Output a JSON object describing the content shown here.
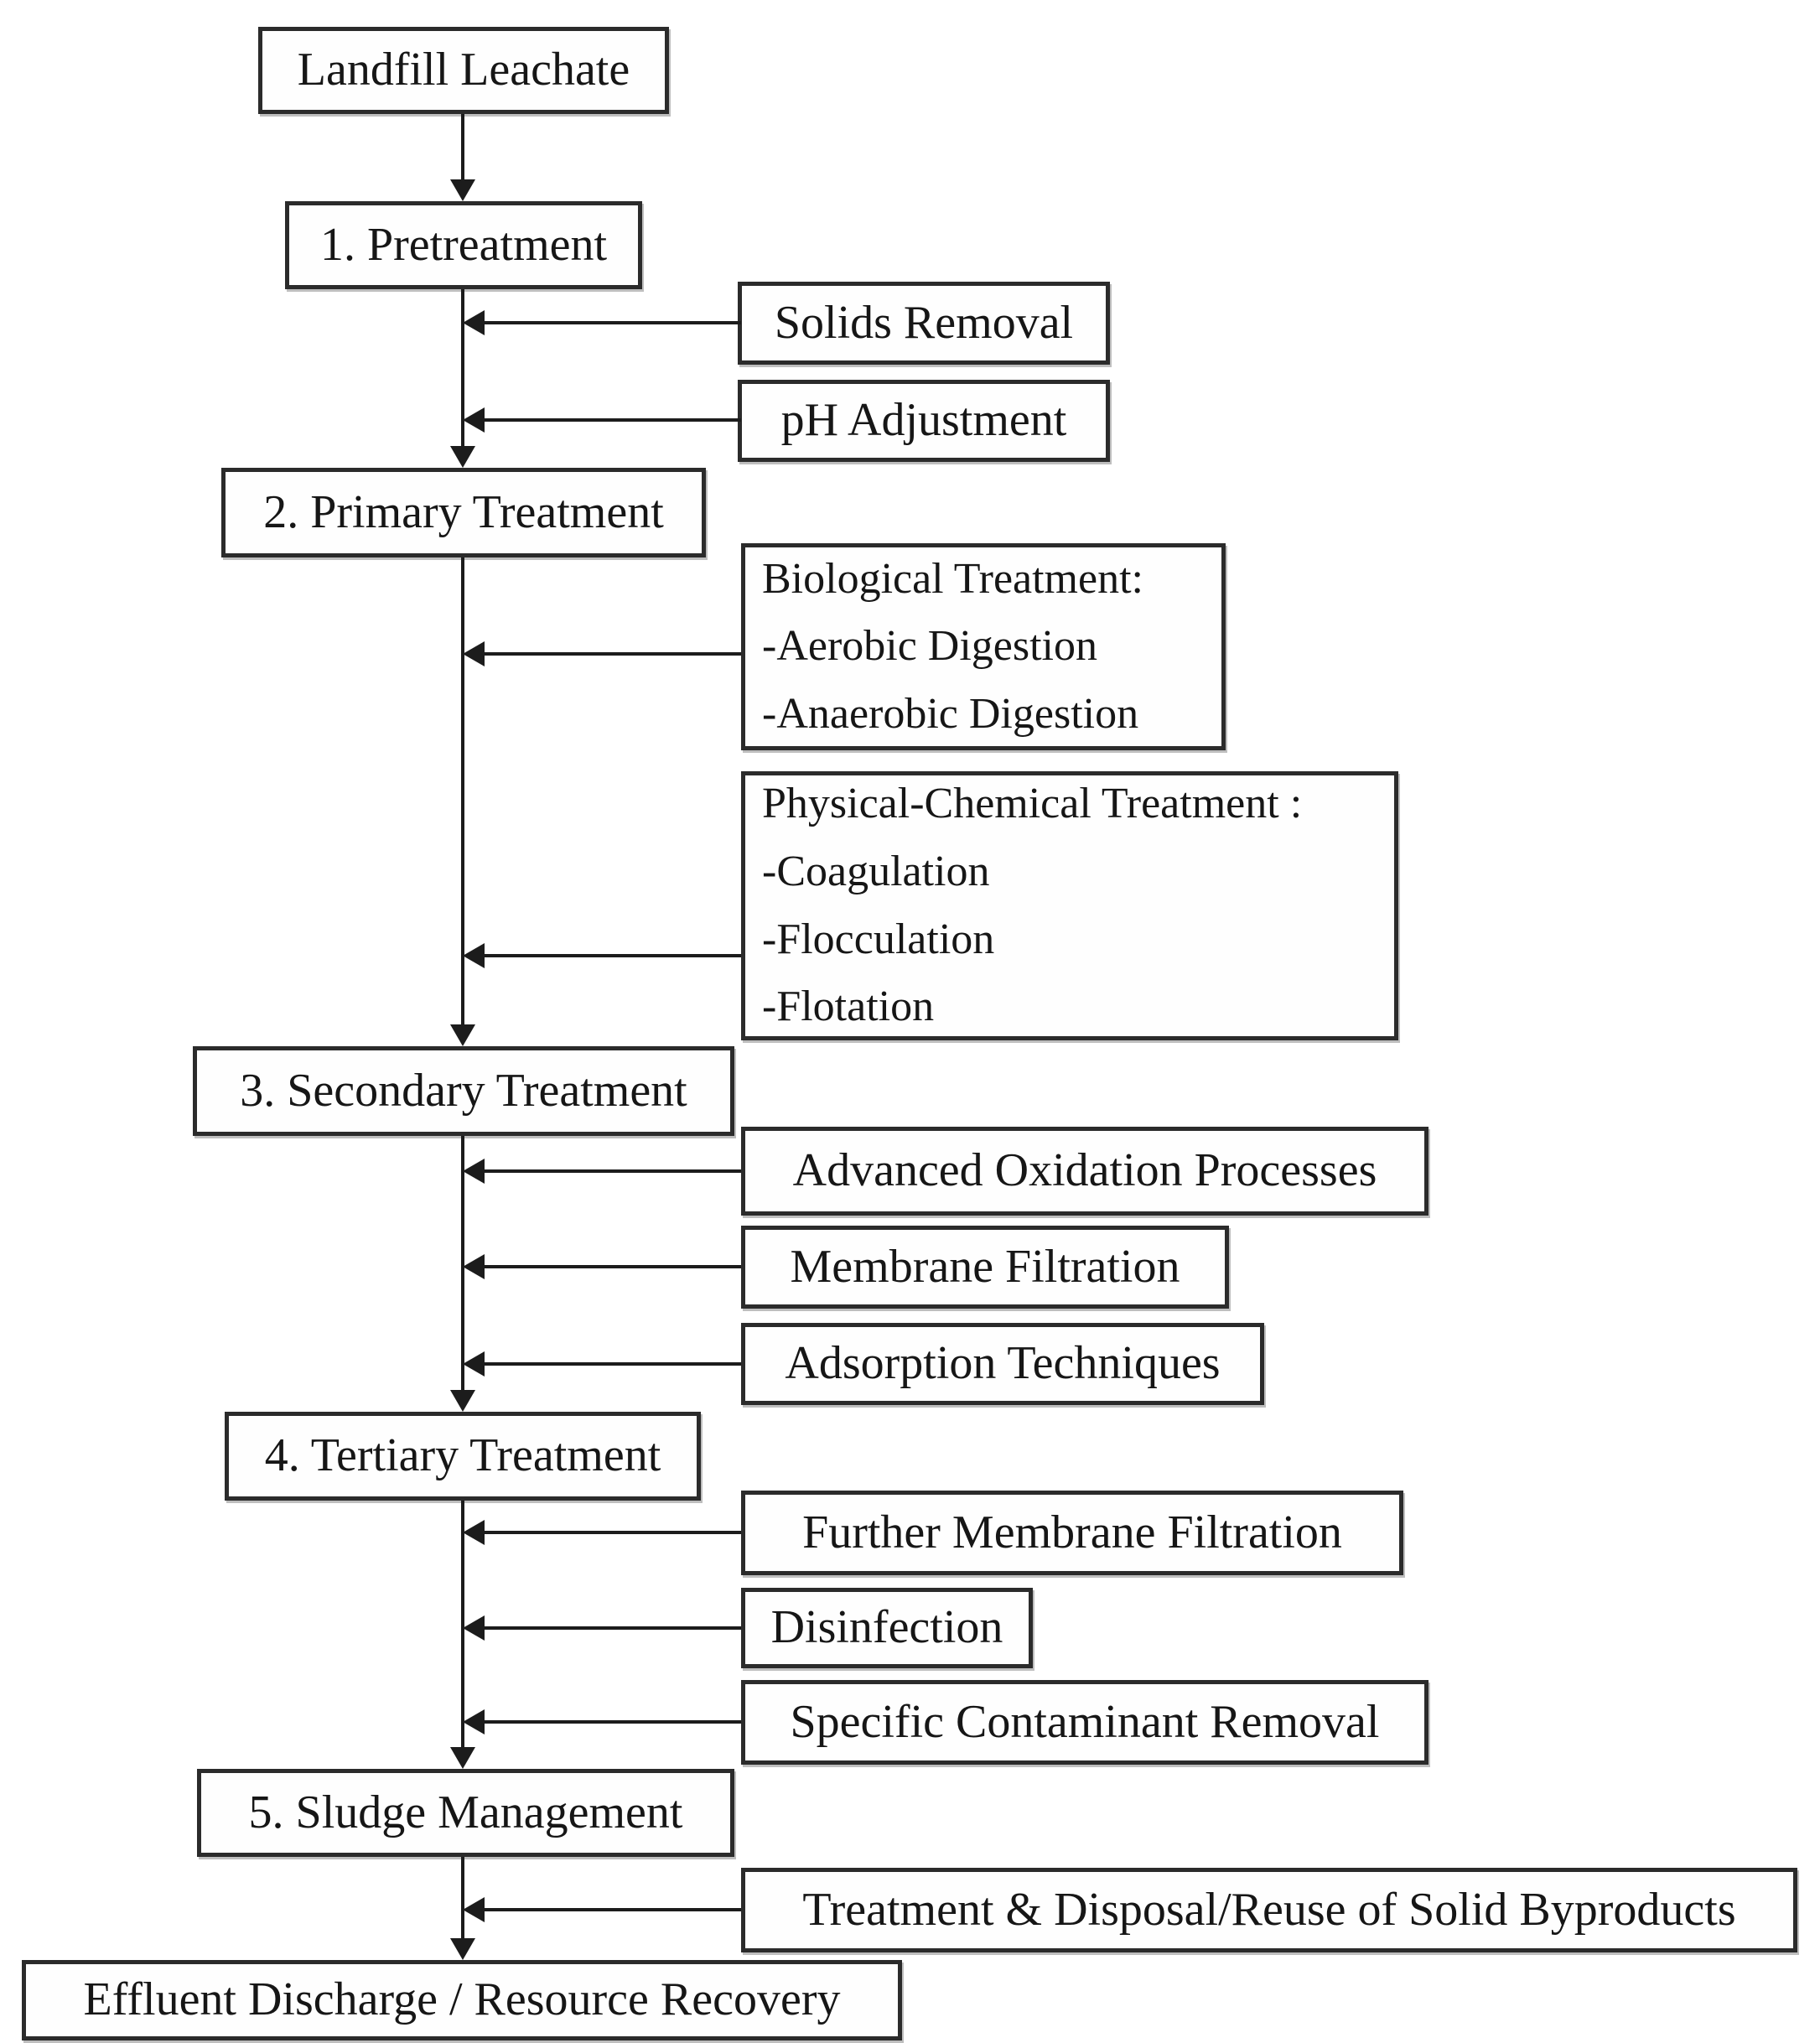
{
  "flowchart": {
    "type": "flowchart",
    "subject": "Landfill leachate treatment process",
    "direction": "top-down",
    "colors": {
      "background": "#ffffff",
      "box_background": "#fefefe",
      "box_border": "#2b2b2b",
      "text": "#161616",
      "arrow": "#1c1c1c"
    },
    "nodes": {
      "landfill_leachate": {
        "label": "Landfill Leachate"
      },
      "pretreatment": {
        "label": "1. Pretreatment"
      },
      "solids_removal": {
        "label": "Solids Removal"
      },
      "ph_adjustment": {
        "label": "pH Adjustment"
      },
      "primary_treatment": {
        "label": "2. Primary Treatment"
      },
      "biological_treatment": {
        "lines": [
          "Biological Treatment:",
          "-Aerobic Digestion",
          "-Anaerobic Digestion"
        ]
      },
      "physical_chemical_treatment": {
        "lines": [
          "Physical-Chemical Treatment :",
          "-Coagulation",
          "-Flocculation",
          "-Flotation"
        ]
      },
      "secondary_treatment": {
        "label": "3. Secondary Treatment"
      },
      "advanced_oxidation": {
        "label": "Advanced Oxidation Processes"
      },
      "membrane_filtration": {
        "label": "Membrane Filtration"
      },
      "adsorption_techniques": {
        "label": "Adsorption Techniques"
      },
      "tertiary_treatment": {
        "label": "4. Tertiary Treatment"
      },
      "further_membrane_filtration": {
        "label": "Further Membrane Filtration"
      },
      "disinfection": {
        "label": "Disinfection"
      },
      "specific_contaminant_removal": {
        "label": "Specific Contaminant Removal"
      },
      "sludge_management": {
        "label": "5. Sludge Management"
      },
      "treatment_disposal_reuse": {
        "label": "Treatment & Disposal/Reuse of Solid Byproducts"
      },
      "effluent_discharge": {
        "label": "Effluent Discharge / Resource Recovery"
      }
    },
    "main_sequence": [
      "landfill_leachate",
      "pretreatment",
      "primary_treatment",
      "secondary_treatment",
      "tertiary_treatment",
      "sludge_management",
      "effluent_discharge"
    ],
    "side_inputs": [
      {
        "source": "solids_removal",
        "feeds_between": [
          "pretreatment",
          "primary_treatment"
        ]
      },
      {
        "source": "ph_adjustment",
        "feeds_between": [
          "pretreatment",
          "primary_treatment"
        ]
      },
      {
        "source": "biological_treatment",
        "feeds_between": [
          "primary_treatment",
          "secondary_treatment"
        ]
      },
      {
        "source": "physical_chemical_treatment",
        "feeds_between": [
          "primary_treatment",
          "secondary_treatment"
        ]
      },
      {
        "source": "advanced_oxidation",
        "feeds_between": [
          "secondary_treatment",
          "tertiary_treatment"
        ]
      },
      {
        "source": "membrane_filtration",
        "feeds_between": [
          "secondary_treatment",
          "tertiary_treatment"
        ]
      },
      {
        "source": "adsorption_techniques",
        "feeds_between": [
          "secondary_treatment",
          "tertiary_treatment"
        ]
      },
      {
        "source": "further_membrane_filtration",
        "feeds_between": [
          "tertiary_treatment",
          "sludge_management"
        ]
      },
      {
        "source": "disinfection",
        "feeds_between": [
          "tertiary_treatment",
          "sludge_management"
        ]
      },
      {
        "source": "specific_contaminant_removal",
        "feeds_between": [
          "tertiary_treatment",
          "sludge_management"
        ]
      },
      {
        "source": "treatment_disposal_reuse",
        "feeds_between": [
          "sludge_management",
          "effluent_discharge"
        ]
      }
    ]
  }
}
